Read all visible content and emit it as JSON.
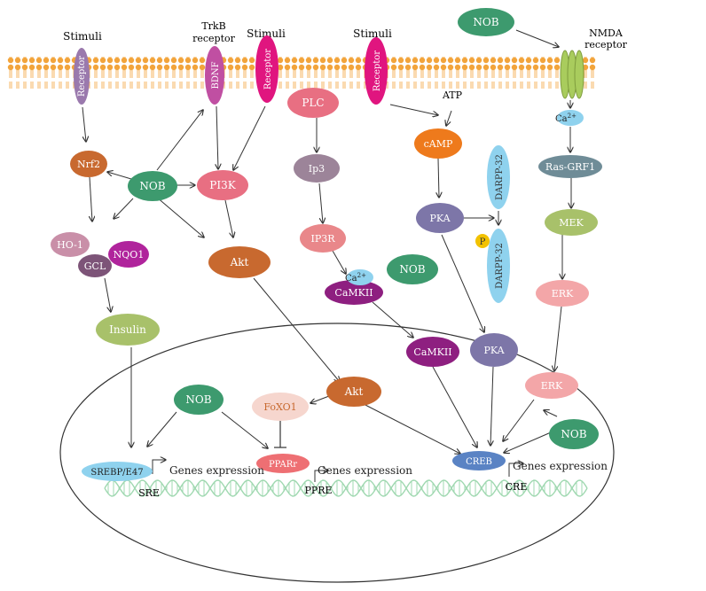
{
  "stimuli": [
    "Stimuli",
    "Stimuli",
    "Stimuli"
  ],
  "trkb_receptor": {
    "line1": "TrkB",
    "line2": "receptor"
  },
  "nmda_receptor": {
    "line1": "NMDA",
    "line2": "receptor"
  },
  "receptors": {
    "left": "Receptor",
    "middle": "Receptor",
    "right": "Receptor",
    "bdnf": "BDNF"
  },
  "nodes": {
    "nob_top": "NOB",
    "nrf2": "Nrf2",
    "nob_left": "NOB",
    "pi3k": "PI3K",
    "ho1": "HO-1",
    "nqo1": "NQO1",
    "gcl": "GCL",
    "insulin": "Insulin",
    "akt_cyto": "Akt",
    "plc": "PLC",
    "ip3": "Ip3",
    "ip3r": "IP3R",
    "nob_mid": "NOB",
    "camkii_cyto": "CaMKII",
    "atp": "ATP",
    "camp": "cAMP",
    "pka_cyto": "PKA",
    "darpp32": "DARPP-32",
    "darpp32_p": "DARPP-32",
    "p_badge": "P",
    "ca_nmda": "Ca",
    "ras_grf1": "Ras-GRF1",
    "mek": "MEK",
    "erk_cyto": "ERK",
    "camkii_nuc": "CaMKII",
    "pka_nuc": "PKA",
    "erk_nuc": "ERK",
    "akt_nuc": "Akt",
    "nob_nuc_left": "NOB",
    "foxo1": "FoXO1",
    "nob_nuc_right": "NOB",
    "srebp": "SREBP/E47",
    "ppar": "PPARr",
    "creb": "CREB",
    "ca_mid": "Ca"
  },
  "ca_superscript": "2+",
  "genes_expression": [
    "Genes expression",
    "Genes expression",
    "Genes expression"
  ],
  "elements": {
    "sre": "SRE",
    "ppre": "PPRE",
    "cre": "CRE"
  },
  "colors": {
    "membrane": "#f2a43b",
    "nob": "#3d9a6e",
    "orange": "#c8692f",
    "pink": "#e86f82",
    "magenta": "#e0157f",
    "purple_receptor": "#9a79ad",
    "mauve": "#9c8499",
    "purple": "#8e1f80",
    "slate": "#7d76a8",
    "light_blue": "#8fd2ee",
    "olive": "#a8c16a",
    "light_pink": "#f3a6a8",
    "dna": "#9fd8b0",
    "cell_outline": "#333333"
  }
}
